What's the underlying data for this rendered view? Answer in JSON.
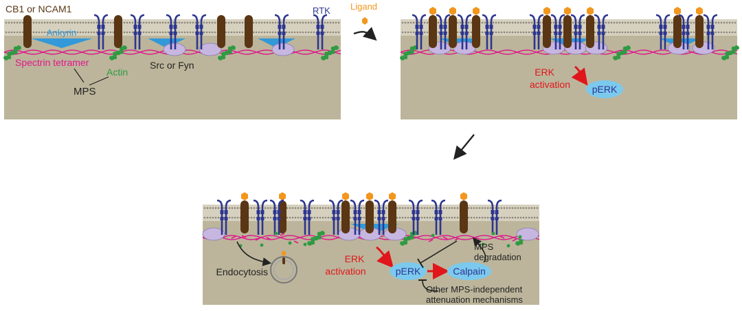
{
  "colors": {
    "membrane_bg": "#d6d1bf",
    "cytoplasm": "#bcb59b",
    "receptor_brown": "#5a3614",
    "rtk_blue": "#2c3590",
    "ankyrin": "#3399d8",
    "spectrin": "#e0168c",
    "actin": "#2f9a43",
    "src_purple": "#c6b6e0",
    "ligand": "#f2961d",
    "erk_red": "#e0161b",
    "perk_fill": "#7cc9ee",
    "dark_text": "#222222"
  },
  "panel1": {
    "cb1_label": "CB1 or NCAM1",
    "rtk_label": "RTK",
    "ankyrin_label": "Ankyrin",
    "spectrin_label": "Spectrin tetramer",
    "actin_label": "Actin",
    "mps_label": "MPS",
    "src_label": "Src or Fyn"
  },
  "ligand_label": "Ligand",
  "panel2": {
    "erk_line1": "ERK",
    "erk_line2": "activation",
    "perk_label": "pERK"
  },
  "panel3": {
    "endocytosis_label": "Endocytosis",
    "erk_line1": "ERK",
    "erk_line2": "activation",
    "perk_label": "pERK",
    "calpain_label": "Calpain",
    "mps_line1": "MPS",
    "mps_line2": "degradation",
    "other_line1": "Other MPS-independent",
    "other_line2": "attenuation mechanisms"
  }
}
